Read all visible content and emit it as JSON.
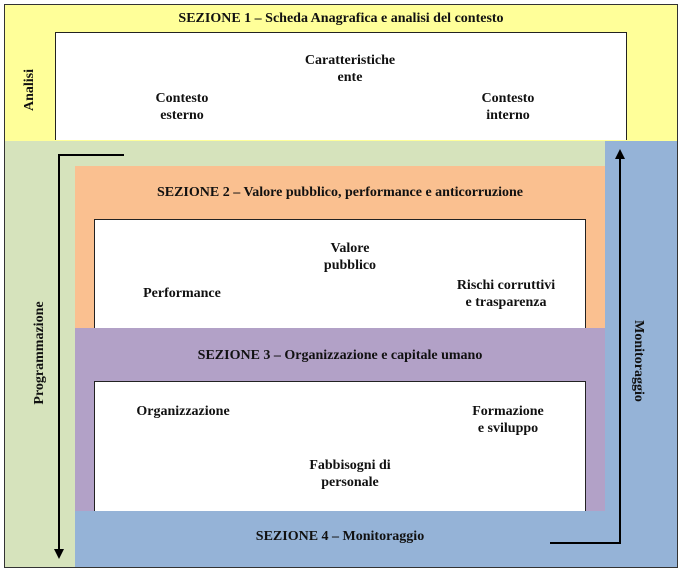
{
  "section1": {
    "title": "SEZIONE 1 – Scheda Anagrafica e analisi del contesto",
    "side_label": "Analisi",
    "items": {
      "center": [
        "Caratteristiche",
        "ente"
      ],
      "left": [
        "Contesto",
        "esterno"
      ],
      "right": [
        "Contesto",
        "interno"
      ]
    }
  },
  "section2": {
    "title": "SEZIONE 2 – Valore pubblico, performance e anticorruzione",
    "items": {
      "center": [
        "Valore",
        "pubblico"
      ],
      "left": [
        "Performance"
      ],
      "right": [
        "Rischi corruttivi",
        "e trasparenza"
      ]
    }
  },
  "section3": {
    "title": "SEZIONE 3 – Organizzazione e capitale umano",
    "items": {
      "left": [
        "Organizzazione"
      ],
      "right": [
        "Formazione",
        "e sviluppo"
      ],
      "center": [
        "Fabbisogni di",
        "personale"
      ]
    }
  },
  "section4": {
    "title": "SEZIONE 4 – Monitoraggio"
  },
  "side_labels": {
    "left": "Programmazione",
    "right": "Monitoraggio"
  },
  "colors": {
    "yellow": "#ffff99",
    "green": "#d6e3bc",
    "orange": "#fac090",
    "purple": "#b2a1c7",
    "blue": "#95b3d7"
  }
}
